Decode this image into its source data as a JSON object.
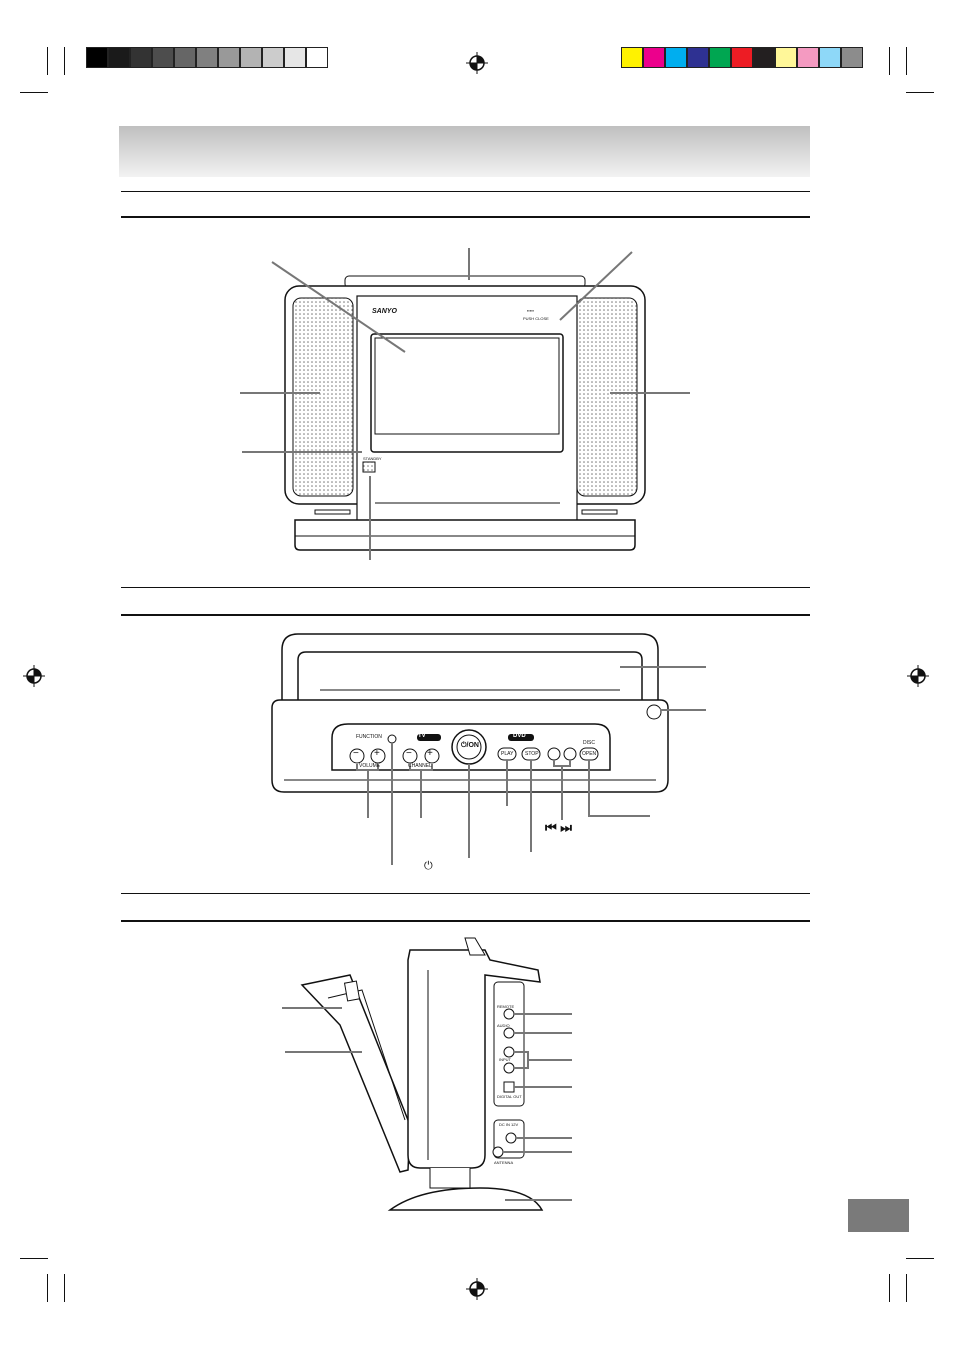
{
  "print_marks": {
    "gray_swatches": [
      "#000000",
      "#1a1a1a",
      "#333333",
      "#4d4d4d",
      "#666666",
      "#808080",
      "#999999",
      "#b3b3b3",
      "#cccccc",
      "#e6e6e6",
      "#ffffff"
    ],
    "color_swatches": [
      "#fff200",
      "#ec008c",
      "#00aeef",
      "#2e3192",
      "#00a651",
      "#ed1c24",
      "#231f20",
      "#fff799",
      "#f49ac1",
      "#8ed8f8",
      "#8c8c8c"
    ]
  },
  "front_view": {
    "brand_logo": "SANYO",
    "standby_label": "STANDBY",
    "dvd_logo": "▪▪▪▪▪",
    "panel_label": "PUSH CLOSE"
  },
  "top_view": {
    "function_label": "FUNCTION",
    "tv_label": "TV",
    "dvd_label": "DVD",
    "volume_label": "VOLUME",
    "channel_label": "CHANNEL",
    "power_label": "⏻/ON",
    "play_label": "PLAY",
    "stop_label": "STOP",
    "open_label": "OPEN",
    "disc_label": "DISC",
    "minus": "−",
    "plus": "+",
    "skip_symbols": "⏮  ⏭",
    "power_symbol": "⏻"
  },
  "side_view": {
    "remote_label": "REMOTE",
    "audio_label": "AUDIO",
    "input_label": "INPUT",
    "digital_out_label": "DIGITAL OUT",
    "dc_label": "DC IN 12V",
    "antenna_label": "ANTENNA"
  }
}
